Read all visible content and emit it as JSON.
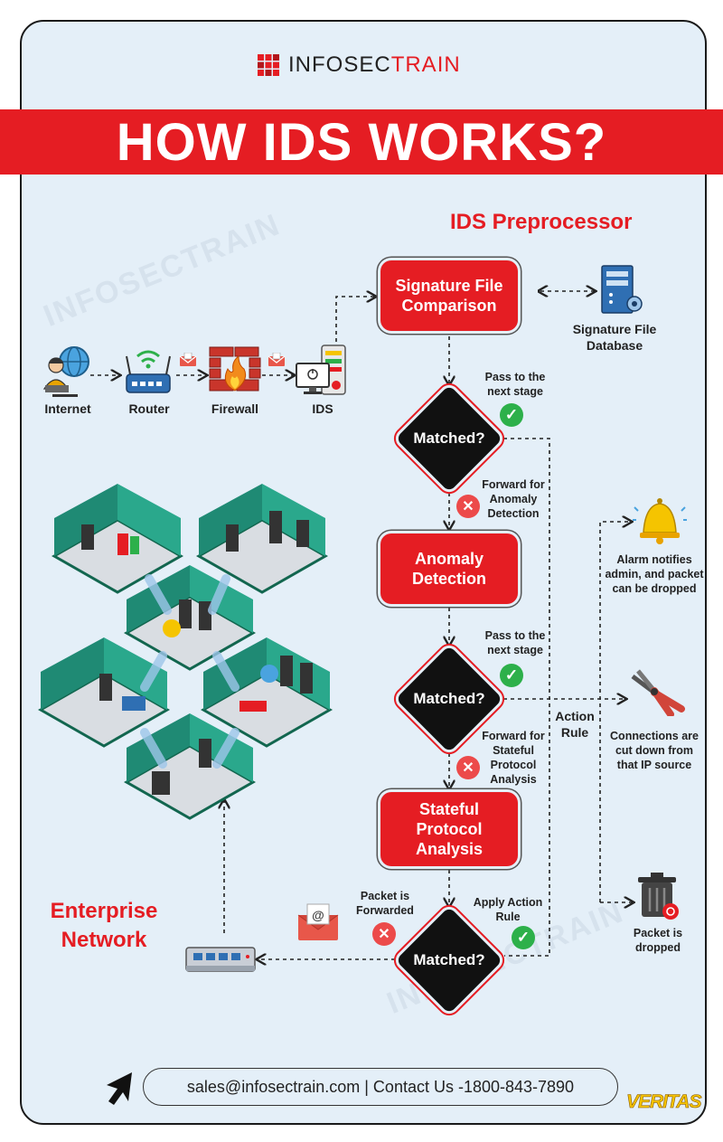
{
  "brand": {
    "name_part1": "INFOSEC",
    "name_part2": "TRAIN",
    "accent": "#e51d23"
  },
  "title": "HOW IDS WORKS?",
  "section_title": "IDS Preprocessor",
  "flow": {
    "internet": "Internet",
    "router": "Router",
    "firewall": "Firewall",
    "ids": "IDS"
  },
  "database": {
    "line1": "Signature File",
    "line2": "Database"
  },
  "stages": {
    "signature": {
      "line1": "Signature File",
      "line2": "Comparison"
    },
    "anomaly": {
      "line1": "Anomaly",
      "line2": "Detection"
    },
    "stateful": {
      "line1": "Stateful",
      "line2": "Protocol",
      "line3": "Analysis"
    }
  },
  "decisions": {
    "label": "Matched?"
  },
  "annotations": {
    "pass1": {
      "line1": "Pass to the",
      "line2": "next stage"
    },
    "fwd_anomaly": {
      "line1": "Forward for",
      "line2": "Anomaly",
      "line3": "Detection"
    },
    "pass2": {
      "line1": "Pass to the",
      "line2": "next stage"
    },
    "fwd_stateful": {
      "line1": "Forward for",
      "line2": "Stateful",
      "line3": "Protocol",
      "line4": "Analysis"
    },
    "forwarded": {
      "line1": "Packet is",
      "line2": "Forwarded"
    },
    "apply": {
      "line1": "Apply Action",
      "line2": "Rule"
    },
    "action_rule": {
      "line1": "Action",
      "line2": "Rule"
    }
  },
  "actions": {
    "alarm": {
      "line1": "Alarm notifies",
      "line2": "admin, and packet",
      "line3": "can be dropped"
    },
    "cut": {
      "line1": "Connections are",
      "line2": "cut down from",
      "line3": "that IP source"
    },
    "drop": {
      "line1": "Packet is",
      "line2": "dropped"
    }
  },
  "enterprise": {
    "line1": "Enterprise",
    "line2": "Network"
  },
  "contact": "sales@infosectrain.com | Contact Us -1800-843-7890",
  "partner": "VERITAS",
  "watermark": "INFOSECTRAIN",
  "colors": {
    "red": "#e51d23",
    "black": "#111111",
    "bg": "#e4eff8",
    "green": "#2db04a"
  }
}
